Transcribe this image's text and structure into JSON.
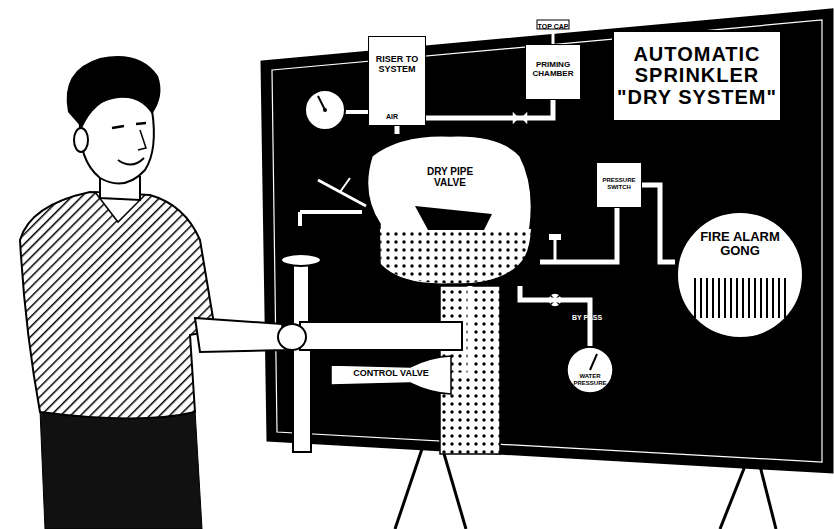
{
  "diagram": {
    "title": "AUTOMATIC SPRINKLER \"DRY SYSTEM\"",
    "nodes": [
      {
        "text": [
          "RISER TO SYSTEM"
        ]
      },
      {
        "text": [
          "TOP CAP",
          "PRIMING CHAMBER"
        ]
      },
      {
        "text": [
          "DRY PIPE VALVE"
        ]
      },
      {
        "text": [
          "PRESSURE SWITCH"
        ]
      },
      {
        "text": [
          "FIRE ALARM GONG"
        ]
      },
      {
        "text": [
          "CONTROL VALVE"
        ]
      },
      {
        "text": [
          "WATER PRESSURE"
        ]
      }
    ],
    "edges": [
      {
        "from": 1,
        "to": 0,
        "arrow": "none"
      },
      {
        "from": 0,
        "to": 2,
        "arrow": "none"
      },
      {
        "from": 2,
        "to": 3,
        "arrow": "none"
      },
      {
        "from": 3,
        "to": 4,
        "arrow": "none"
      },
      {
        "from": 5,
        "to": 2,
        "arrow": "none"
      },
      {
        "from": 6,
        "to": 2,
        "arrow": "none"
      }
    ],
    "labels": [
      "AIR",
      "BY PASS"
    ]
  }
}
